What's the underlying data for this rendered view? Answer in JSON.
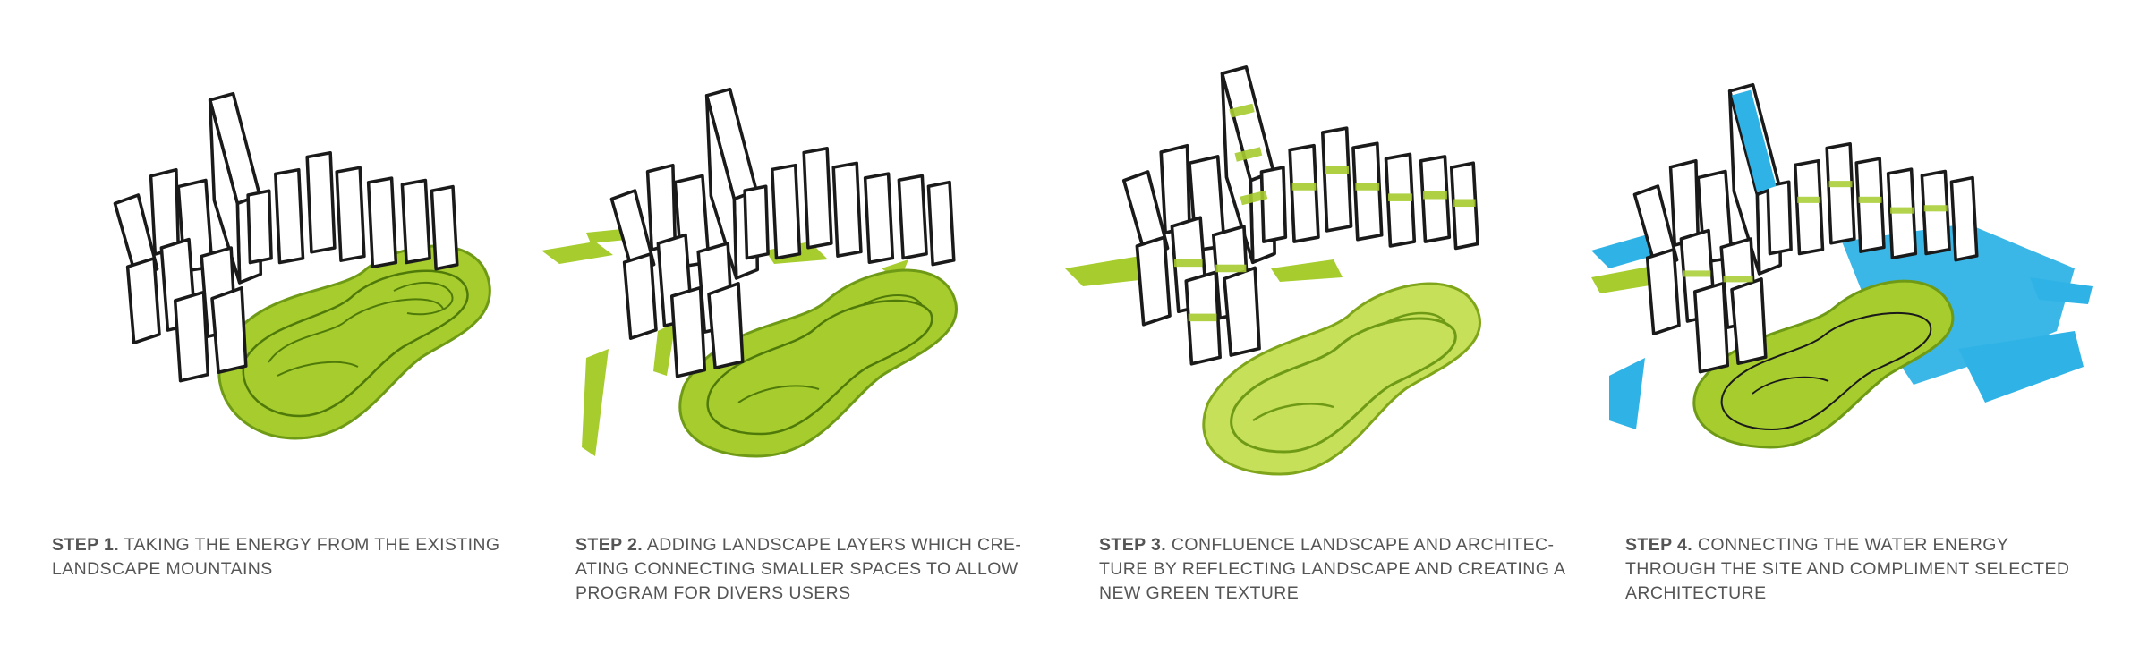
{
  "steps": [
    {
      "label": "STEP 1.",
      "lines": [
        "TAKING THE ENERGY FROM THE EXISTING",
        "LANDSCAPE MOUNTAINS"
      ]
    },
    {
      "label": "STEP 2.",
      "lines": [
        "ADDING LANDSCAPE LAYERS WHICH CRE-",
        "ATING CONNECTING SMALLER SPACES TO ALLOW",
        "PROGRAM FOR DIVERS USERS"
      ]
    },
    {
      "label": "STEP 3.",
      "lines": [
        "CONFLUENCE LANDSCAPE AND ARCHITEC-",
        "TURE BY REFLECTING LANDSCAPE AND CREATING A",
        "NEW GREEN TEXTURE"
      ]
    },
    {
      "label": "STEP 4.",
      "lines": [
        "CONNECTING THE WATER ENERGY",
        "THROUGH THE SITE AND COMPLIMENT SELECTED",
        "ARCHITECTURE"
      ]
    }
  ],
  "colors": {
    "ink": "#1a1a1a",
    "landscape_green": "#a6cc2e",
    "landscape_green_dark": "#6f9a16",
    "water_blue": "#2fb3e6",
    "caption_text": "#555555"
  }
}
